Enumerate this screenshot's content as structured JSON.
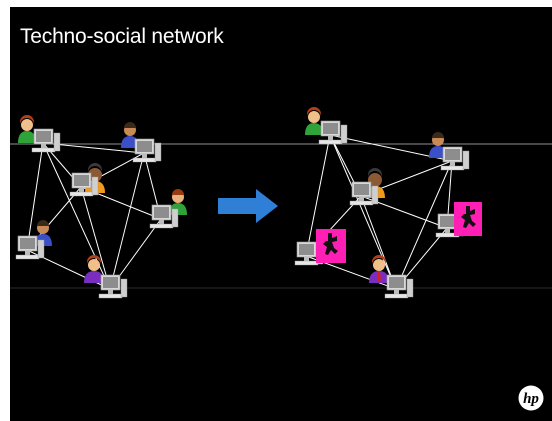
{
  "slide": {
    "title": "Techno-social network",
    "background_color": "#000000",
    "title_color": "#ffffff"
  },
  "diagram": {
    "link_color": "#ffffff",
    "arrow_color": "#2f7fd6",
    "malware_color": "#ff1fb4",
    "before_network": {
      "nodes": [
        "user-green",
        "user-blue",
        "user-orange",
        "user-green-right",
        "user-blue-left",
        "user-purple"
      ],
      "links": [
        [
          "user-green",
          "user-blue"
        ],
        [
          "user-green",
          "user-orange"
        ],
        [
          "user-green",
          "user-blue-left"
        ],
        [
          "user-green",
          "user-purple"
        ],
        [
          "user-blue",
          "user-orange"
        ],
        [
          "user-blue",
          "user-green-right"
        ],
        [
          "user-blue",
          "user-purple"
        ],
        [
          "user-orange",
          "user-green-right"
        ],
        [
          "user-orange",
          "user-blue-left"
        ],
        [
          "user-orange",
          "user-purple"
        ],
        [
          "user-green-right",
          "user-purple"
        ],
        [
          "user-blue-left",
          "user-purple"
        ]
      ]
    },
    "after_network": {
      "nodes": [
        "user-green",
        "user-blue",
        "user-orange",
        "user-green-right",
        "user-blue-left",
        "user-purple"
      ],
      "infected_nodes": [
        "user-green-right",
        "user-blue-left"
      ],
      "links": [
        [
          "user-green",
          "user-blue"
        ],
        [
          "user-green",
          "user-orange"
        ],
        [
          "user-green",
          "user-blue-left"
        ],
        [
          "user-green",
          "user-purple"
        ],
        [
          "user-blue",
          "user-orange"
        ],
        [
          "user-blue",
          "user-green-right"
        ],
        [
          "user-blue",
          "user-purple"
        ],
        [
          "user-orange",
          "user-green-right"
        ],
        [
          "user-orange",
          "user-blue-left"
        ],
        [
          "user-orange",
          "user-purple"
        ],
        [
          "user-green-right",
          "user-purple"
        ],
        [
          "user-blue-left",
          "user-purple"
        ]
      ]
    }
  },
  "logo": {
    "icon": "hp-logo-icon",
    "lettering": "hp"
  }
}
